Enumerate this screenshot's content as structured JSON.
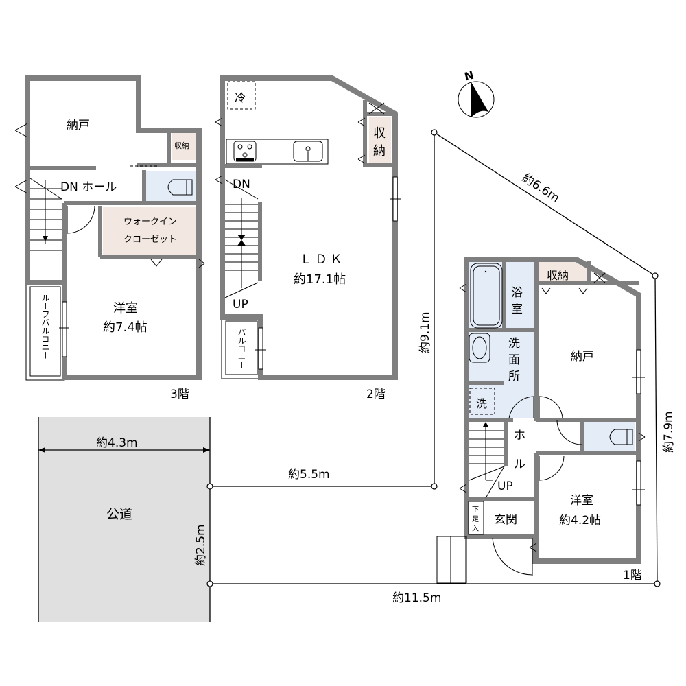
{
  "compass": {
    "label": "N",
    "icon": "north-arrow-icon"
  },
  "floors": {
    "third": {
      "label": "3階",
      "rooms": {
        "storeroom": {
          "name": "納戸"
        },
        "storage": {
          "name": "収納"
        },
        "hall": {
          "name": "DN ホール"
        },
        "walkin_line1": "ウォークイン",
        "walkin_line2": "クローゼット",
        "western": {
          "name": "洋室",
          "size": "約7.4帖"
        },
        "roof_balcony": {
          "name": "ルーフバルコニー"
        }
      }
    },
    "second": {
      "label": "2階",
      "rooms": {
        "fridge": "冷",
        "storage_l1": "収",
        "storage_l2": "納",
        "dn": "DN",
        "up": "UP",
        "ldk": {
          "name": "ＬＤＫ",
          "size": "約17.1帖"
        },
        "balcony": {
          "name": "バルコニー"
        }
      }
    },
    "first": {
      "label": "1階",
      "rooms": {
        "storage": "収納",
        "bath_l1": "浴",
        "bath_l2": "室",
        "wash_l1": "洗",
        "wash_l2": "面",
        "wash_l3": "所",
        "washer": "洗",
        "storeroom": "納戸",
        "hall_l1": "ホ",
        "hall_l2": "ル",
        "up": "UP",
        "shoe_l1": "下",
        "shoe_l2": "足",
        "shoe_l3": "入",
        "entrance": "玄関",
        "western": {
          "name": "洋室",
          "size": "約4.2帖"
        }
      }
    }
  },
  "site": {
    "road": {
      "name": "公道",
      "width": "約4.3m"
    },
    "dimensions": {
      "north_diag": "約6.6m",
      "west_side": "約9.1m",
      "east_side": "約7.9m",
      "frontage_upper": "約5.5m",
      "frontage_total": "約11.5m",
      "access_width": "約2.5m"
    }
  },
  "colors": {
    "wall": "#7f7f7f",
    "storage": "#f2e8e1",
    "wet_area": "#e4ecf7",
    "road": "#e0e0e0"
  }
}
